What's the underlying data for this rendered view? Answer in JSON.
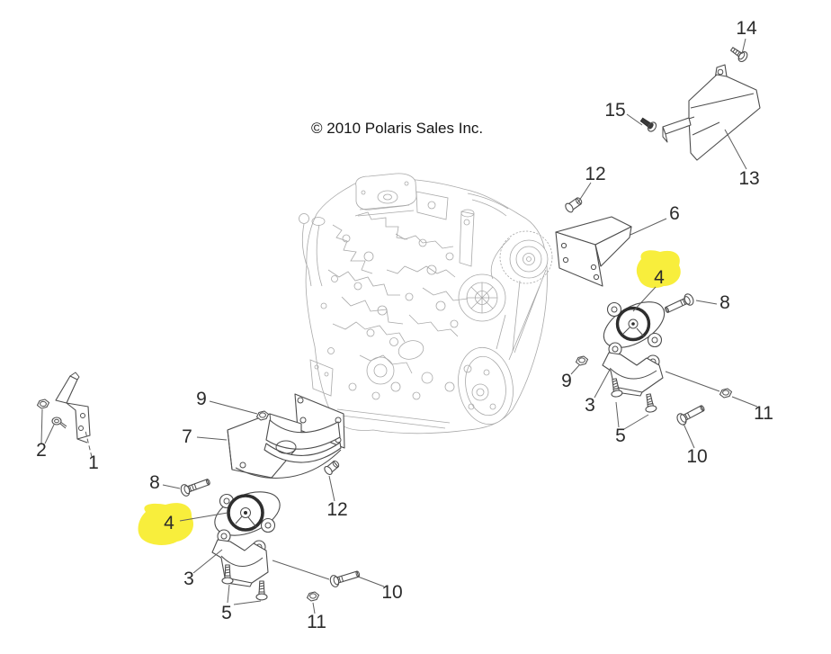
{
  "diagram": {
    "type": "exploded-parts-diagram",
    "subject": "engine-mounting",
    "background": "#ffffff",
    "line_color": "#4d4d4d",
    "engine_line_color": "#a9a9a9"
  },
  "copyright": "© 2010 Polaris Sales Inc.",
  "highlight_color": "#f8ee3c",
  "highlighted_part_number": "4",
  "callouts": [
    {
      "n": "14",
      "highlighted": false
    },
    {
      "n": "15",
      "highlighted": false
    },
    {
      "n": "13",
      "highlighted": false
    },
    {
      "n": "12",
      "highlighted": false
    },
    {
      "n": "6",
      "highlighted": false
    },
    {
      "n": "4",
      "highlighted": true
    },
    {
      "n": "8",
      "highlighted": false
    },
    {
      "n": "9",
      "highlighted": false
    },
    {
      "n": "3",
      "highlighted": false
    },
    {
      "n": "5",
      "highlighted": false
    },
    {
      "n": "10",
      "highlighted": false
    },
    {
      "n": "11",
      "highlighted": false
    },
    {
      "n": "2",
      "highlighted": false
    },
    {
      "n": "1",
      "highlighted": false
    },
    {
      "n": "9",
      "highlighted": false
    },
    {
      "n": "7",
      "highlighted": false
    },
    {
      "n": "8",
      "highlighted": false
    },
    {
      "n": "4",
      "highlighted": true
    },
    {
      "n": "12",
      "highlighted": false
    },
    {
      "n": "3",
      "highlighted": false
    },
    {
      "n": "5",
      "highlighted": false
    },
    {
      "n": "11",
      "highlighted": false
    },
    {
      "n": "10",
      "highlighted": false
    }
  ]
}
